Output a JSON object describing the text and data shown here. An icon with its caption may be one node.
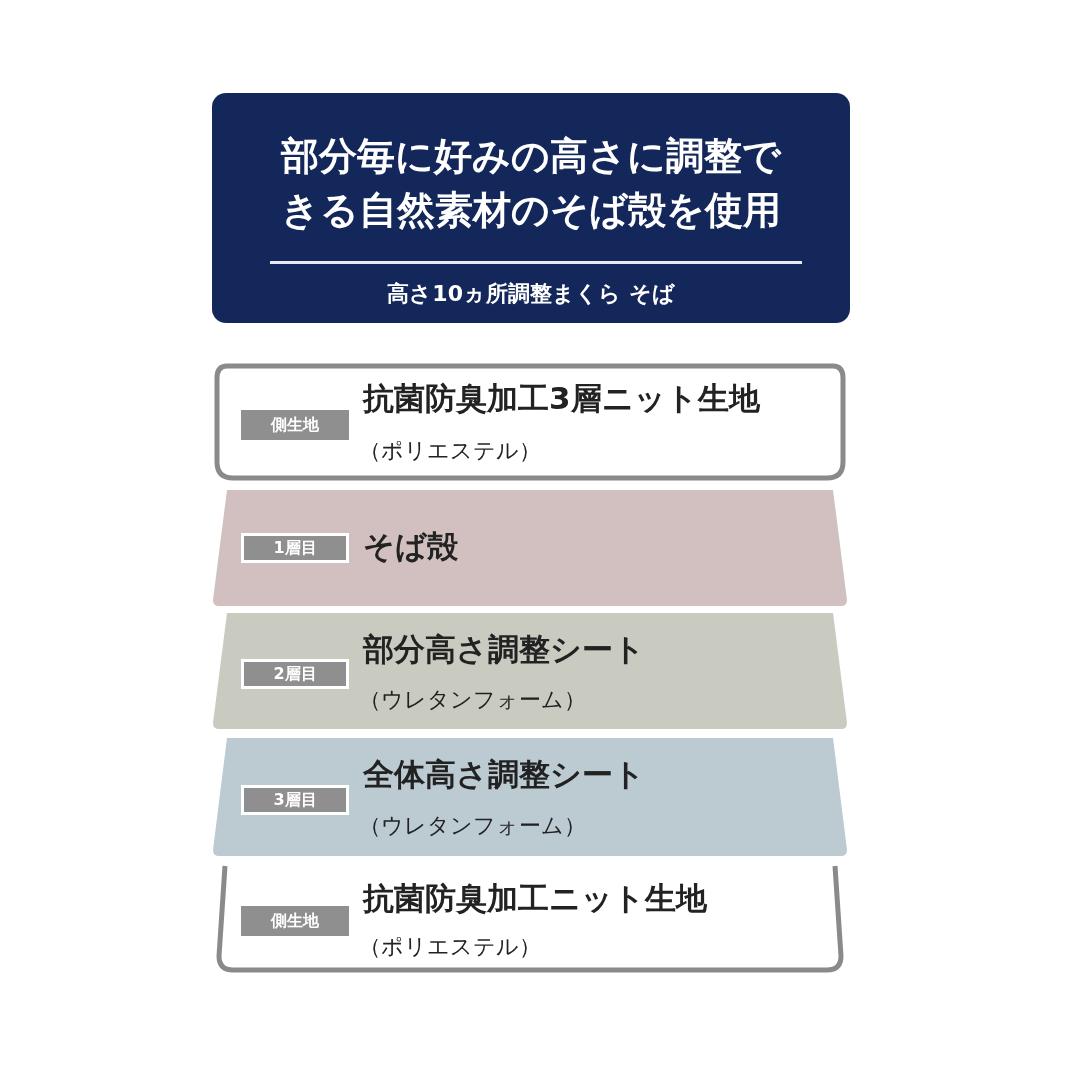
{
  "diagram": {
    "nodes": [
      {
        "text": [
          "部分毎に好みの高さに調整できる自然素材のそば殻を使用",
          "高さ10ヵ所調整まくら そば"
        ]
      },
      {
        "text": [
          "側生地",
          "抗菌防臭加工3層ニット生地",
          "（ポリエステル）"
        ]
      },
      {
        "text": [
          "1層目",
          "そば殻"
        ]
      },
      {
        "text": [
          "2層目",
          "部分高さ調整シート",
          "（ウレタンフォーム）"
        ]
      },
      {
        "text": [
          "3層目",
          "全体高さ調整シート",
          "（ウレタンフォーム）"
        ]
      },
      {
        "text": [
          "側生地",
          "抗菌防臭加工ニット生地",
          "（ポリエステル）"
        ]
      }
    ]
  }
}
